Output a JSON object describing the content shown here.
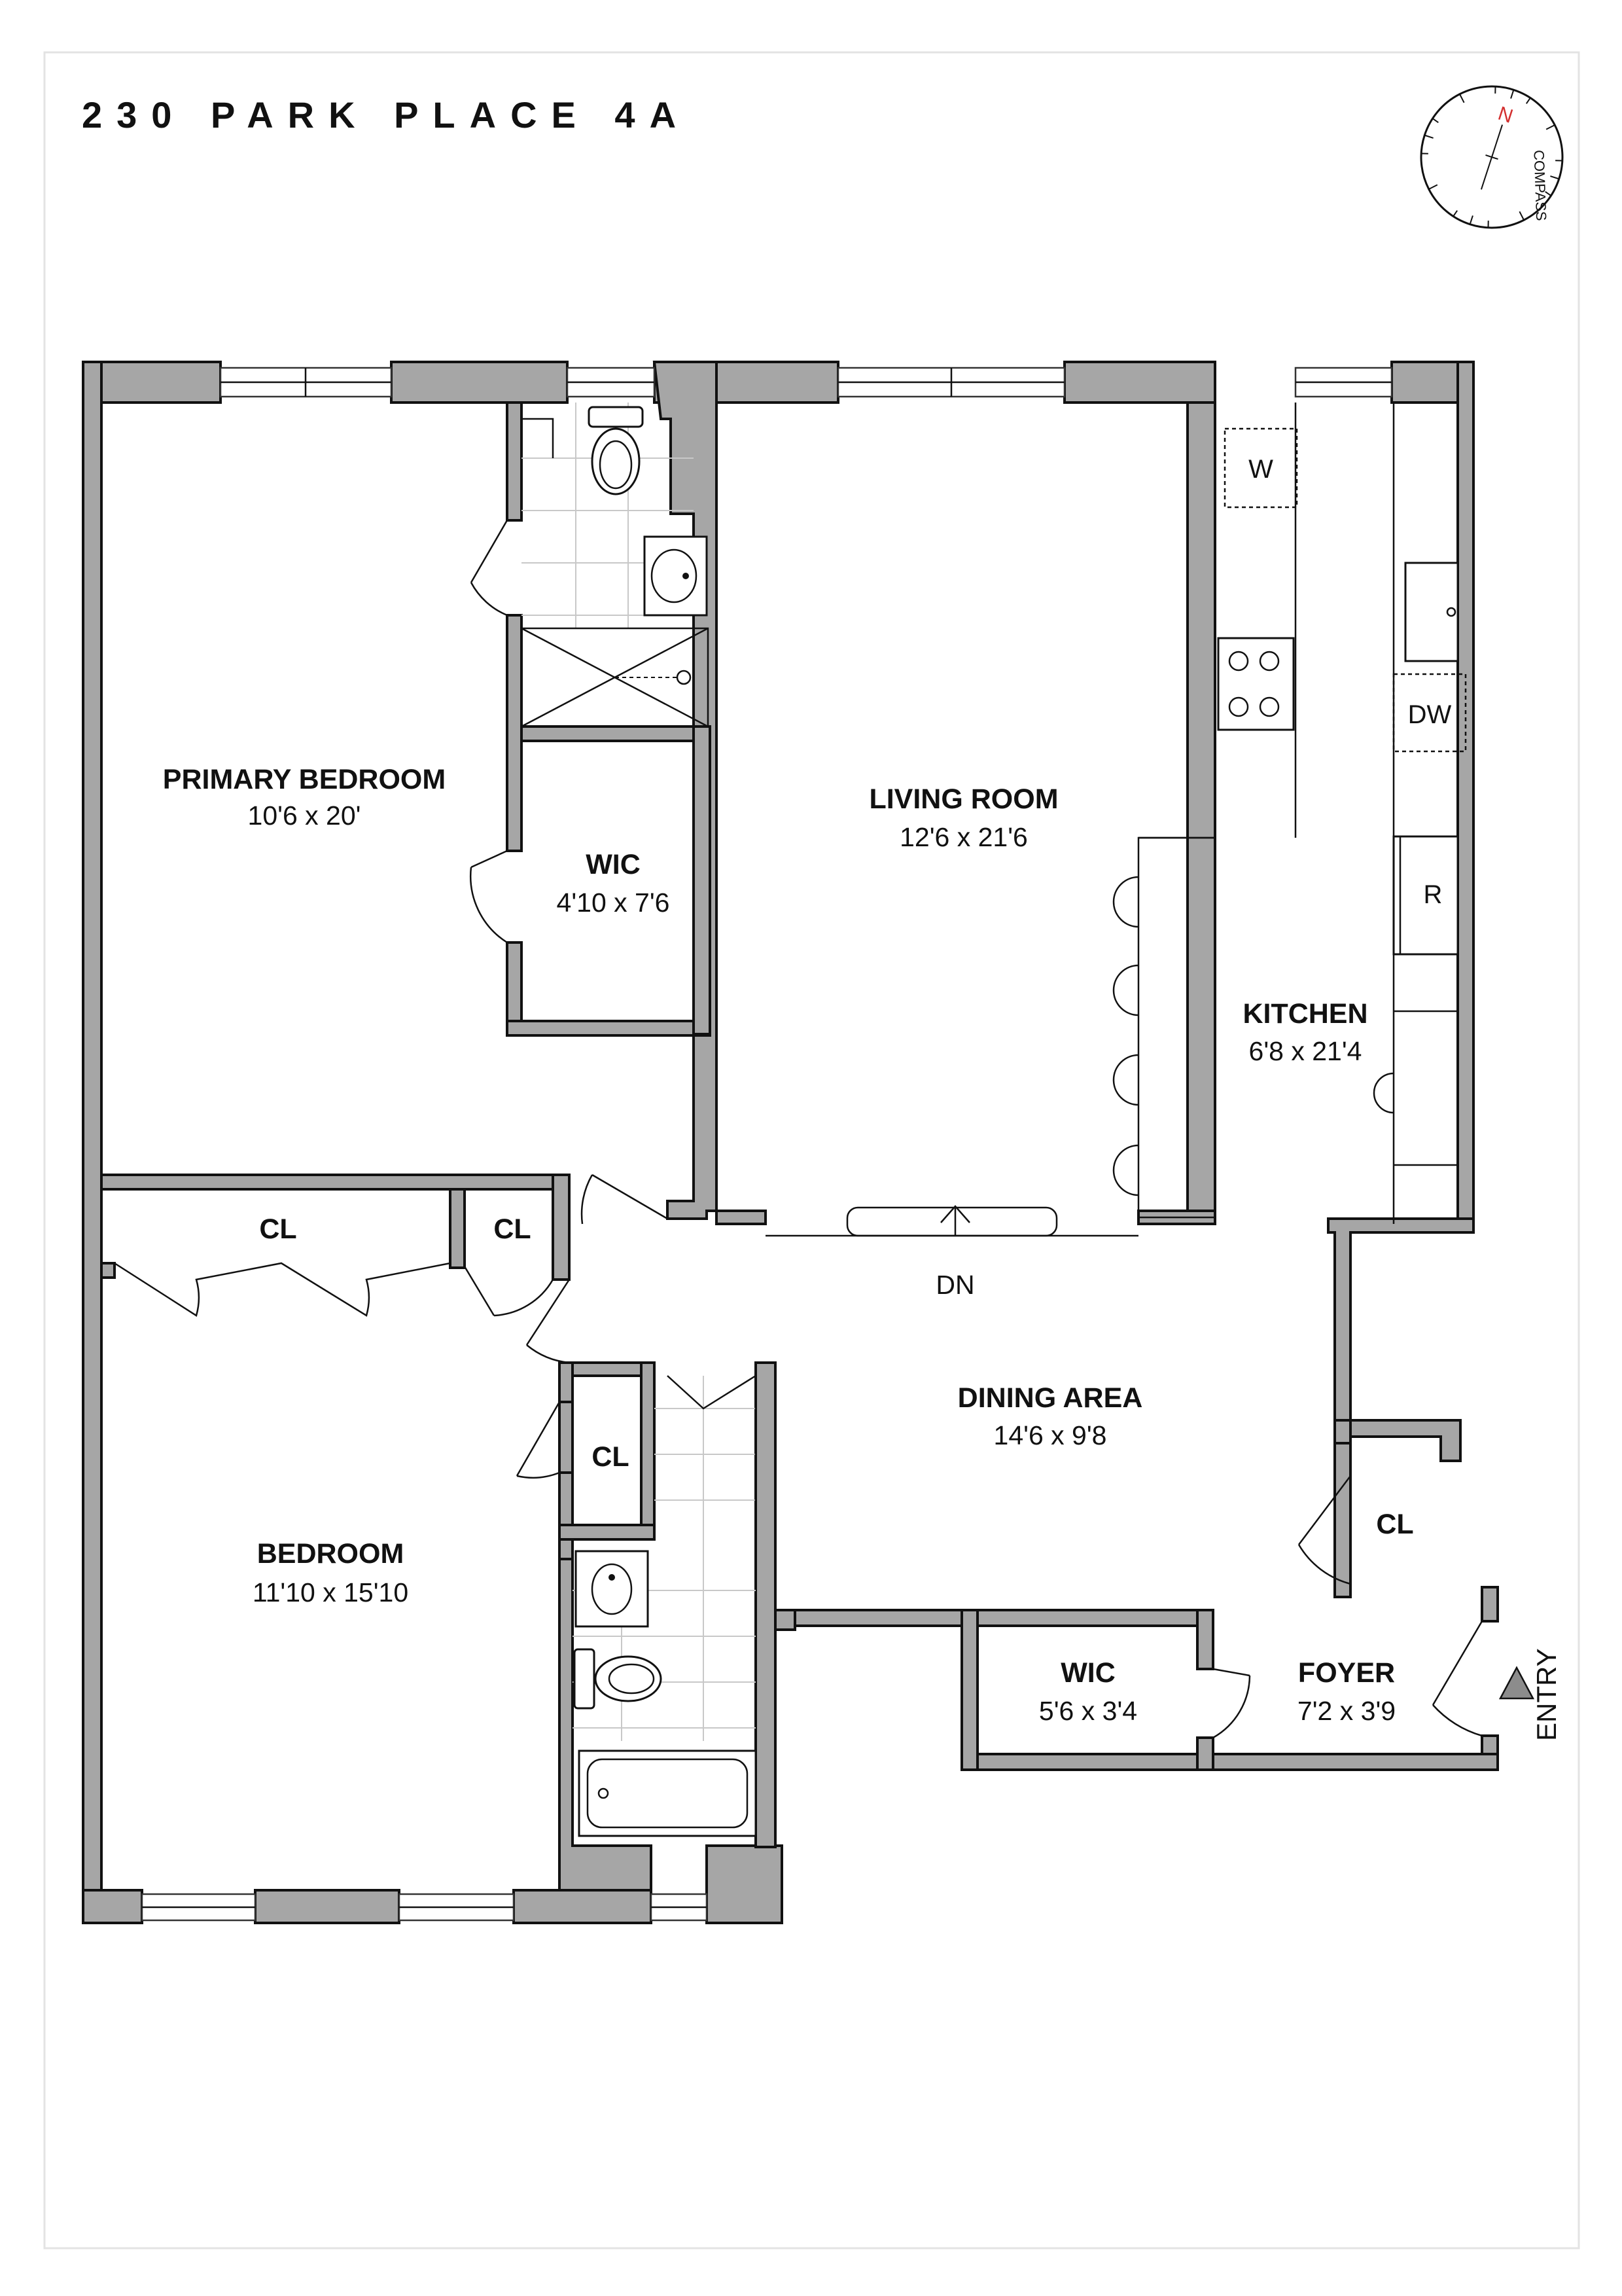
{
  "title": "230 PARK PLACE 4A",
  "compass": {
    "north_label": "N",
    "text": "COMPASS",
    "north_color": "#d32f2f"
  },
  "rooms": {
    "primary_bedroom": {
      "name": "PRIMARY BEDROOM",
      "dims": "10'6 x 20'"
    },
    "wic_primary": {
      "name": "WIC",
      "dims": "4'10 x 7'6"
    },
    "living_room": {
      "name": "LIVING ROOM",
      "dims": "12'6 x 21'6"
    },
    "kitchen": {
      "name": "KITCHEN",
      "dims": "6'8 x 21'4"
    },
    "dining_area": {
      "name": "DINING AREA",
      "dims": "14'6 x 9'8"
    },
    "bedroom": {
      "name": "BEDROOM",
      "dims": "11'10 x 15'10"
    },
    "wic_foyer": {
      "name": "WIC",
      "dims": "5'6 x 3'4"
    },
    "foyer": {
      "name": "FOYER",
      "dims": "7'2 x 3'9"
    }
  },
  "closets": {
    "cl_large": "CL",
    "cl_small": "CL",
    "cl_bedroom": "CL",
    "cl_dining": "CL"
  },
  "appliances": {
    "washer": "W",
    "dishwasher": "DW",
    "refrigerator": "R"
  },
  "labels": {
    "down": "DN",
    "entry": "ENTRY"
  },
  "colors": {
    "wall_fill": "#a6a6a6",
    "line": "#111111",
    "page_border": "#e3e3e3"
  }
}
